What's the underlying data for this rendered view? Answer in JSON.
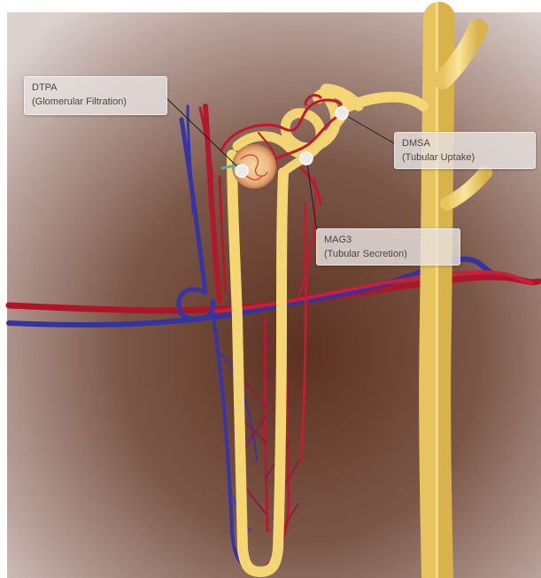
{
  "callouts": [
    {
      "name": "DTPA",
      "description": "(Glomerular Filtration)"
    },
    {
      "name": "DMSA",
      "description": "(Tubular Uptake)"
    },
    {
      "name": "MAG3",
      "description": "(Tubular Secretion)"
    }
  ],
  "colors": {
    "background_center": "#5a3424",
    "background_edge": "#d8ccc8",
    "tubule": "#f6dc78",
    "artery": "#c0182e",
    "vein": "#3a3aa8",
    "marker": "#e8e2e0"
  },
  "icons": [
    "marker-dot",
    "leader-line"
  ]
}
